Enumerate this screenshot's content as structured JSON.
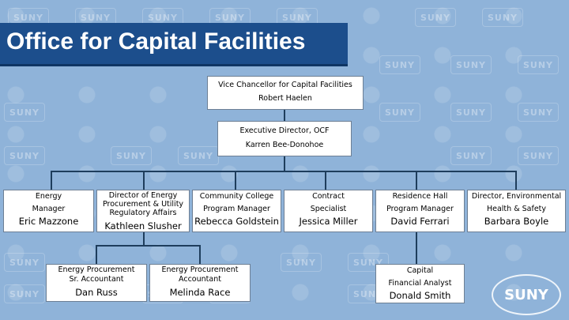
{
  "title": "Office for Capital Facilities",
  "vice_chancellor": {
    "role": "Vice Chancellor for Capital Facilities",
    "name": "Robert Haelen"
  },
  "executive_director": {
    "role": "Executive Director, OCF",
    "name": "Karren Bee-Donohoe"
  },
  "level3": [
    {
      "role_lines": [
        "Energy",
        "Manager"
      ],
      "name": "Eric Mazzone"
    },
    {
      "role_lines": [
        "Director of Energy",
        "Procurement & Utility",
        "Regulatory Affairs"
      ],
      "name": "Kathleen Slusher"
    },
    {
      "role_lines": [
        "Community College",
        "Program Manager"
      ],
      "name": "Rebecca Goldstein"
    },
    {
      "role_lines": [
        "Contract",
        "Specialist"
      ],
      "name": "Jessica Miller"
    },
    {
      "role_lines": [
        "Residence Hall",
        "Program Manager"
      ],
      "name": "David Ferrari"
    },
    {
      "role_lines": [
        "Director, Environmental",
        "Health & Safety"
      ],
      "name": "Barbara Boyle"
    }
  ],
  "level4": [
    {
      "role_lines": [
        "Energy Procurement",
        "Sr. Accountant"
      ],
      "name": "Dan Russ"
    },
    {
      "role_lines": [
        "Energy Procurement",
        "Accountant"
      ],
      "name": "Melinda Race"
    },
    {
      "role_lines": [
        "Capital",
        "Financial Analyst"
      ],
      "name": "Donald Smith"
    }
  ],
  "logo_text": "SUNY",
  "colors": {
    "title_bar": "#1c4e8c",
    "background": "#8fb3d9",
    "lines": "#1e3d5c"
  }
}
